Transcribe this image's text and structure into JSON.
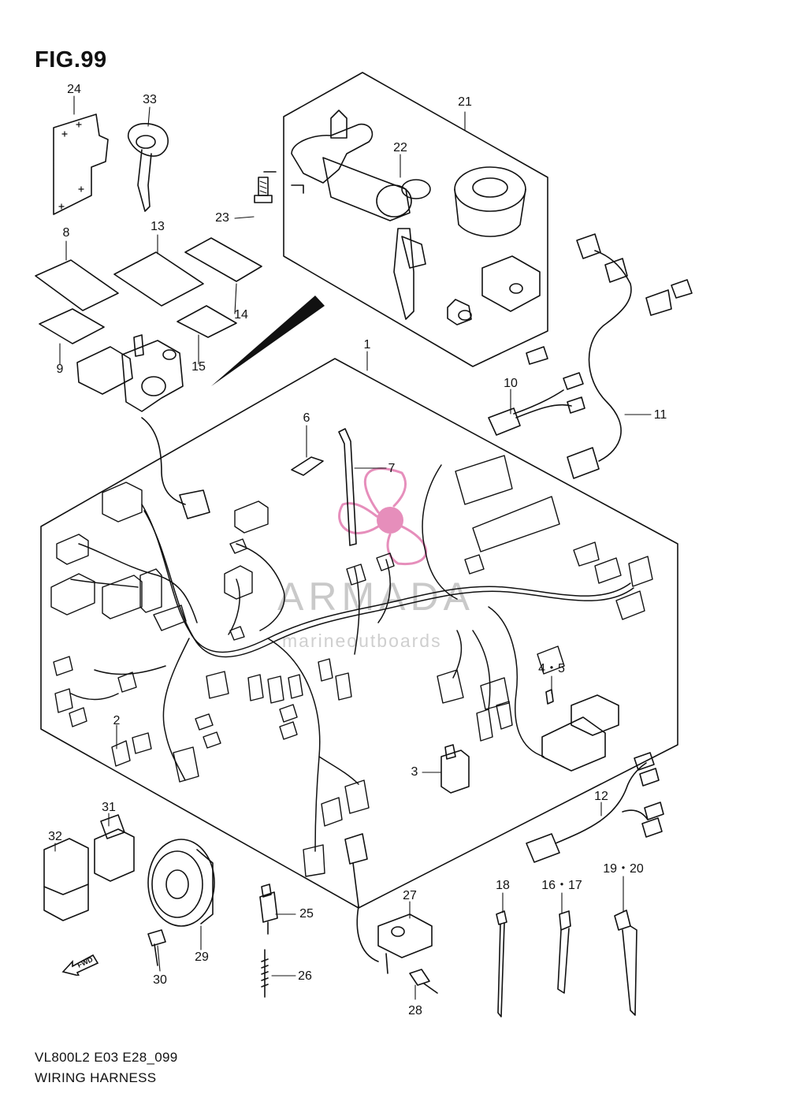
{
  "figure": {
    "title": "FIG.99",
    "model_code": "VL800L2 E03 E28_099",
    "assembly_name": "WIRING HARNESS"
  },
  "watermark": {
    "brand": "ARMADA",
    "tagline": "marineoutboards",
    "color_pink": "#e27bb0",
    "color_grey": "#c9c9c9"
  },
  "direction_marker": {
    "label": "FWD"
  },
  "callouts": {
    "c1": "1",
    "c2": "2",
    "c3": "3",
    "c45": "4・5",
    "c6": "6",
    "c7": "7",
    "c8": "8",
    "c9": "9",
    "c10": "10",
    "c11": "11",
    "c12": "12",
    "c13": "13",
    "c14": "14",
    "c15": "15",
    "c1617": "16・17",
    "c18": "18",
    "c1920": "19・20",
    "c21": "21",
    "c22": "22",
    "c23": "23",
    "c24": "24",
    "c25": "25",
    "c26": "26",
    "c27": "27",
    "c28": "28",
    "c29": "29",
    "c30": "30",
    "c31": "31",
    "c32": "32",
    "c33": "33"
  },
  "colors": {
    "line": "#111111",
    "background": "#ffffff"
  }
}
